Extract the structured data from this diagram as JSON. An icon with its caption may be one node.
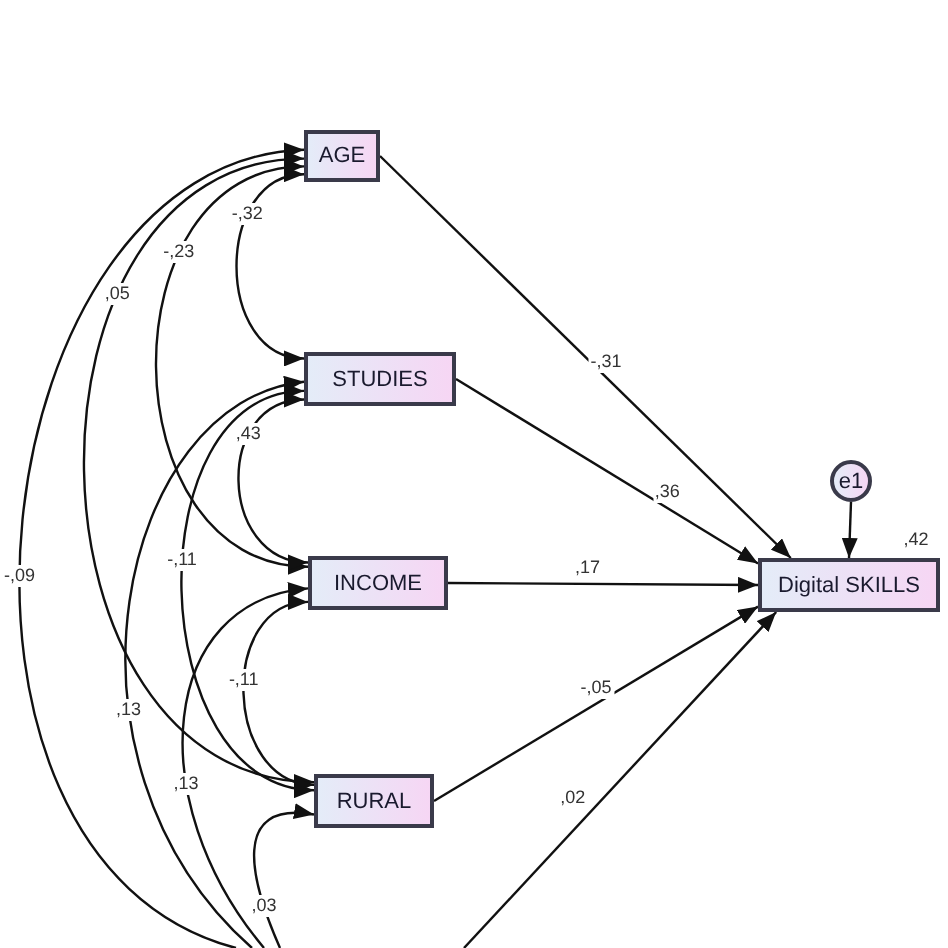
{
  "diagram": {
    "nodes": [
      {
        "text": [
          "AGE"
        ]
      },
      {
        "text": [
          "STUDIES"
        ]
      },
      {
        "text": [
          "INCOME"
        ]
      },
      {
        "text": [
          "RURAL"
        ]
      },
      {
        "text": [
          "Digital SKILLS"
        ],
        "beside": [
          ",42"
        ]
      },
      {
        "text": [
          "e1"
        ]
      }
    ],
    "edges": [
      {
        "from": 0,
        "to": 4,
        "arrow": "to",
        "label": "-,31"
      },
      {
        "from": 1,
        "to": 4,
        "arrow": "to",
        "label": ",36"
      },
      {
        "from": 2,
        "to": 4,
        "arrow": "to",
        "label": ",17"
      },
      {
        "from": 3,
        "to": 4,
        "arrow": "to",
        "label": "-,05"
      },
      {
        "from": null,
        "to": 4,
        "arrow": "to",
        "label": ",02"
      },
      {
        "from": 5,
        "to": 4,
        "arrow": "to"
      },
      {
        "from": 0,
        "to": 1,
        "arrow": "both",
        "label": "-,32"
      },
      {
        "from": 0,
        "to": 2,
        "arrow": "both",
        "label": "-,23"
      },
      {
        "from": 0,
        "to": 3,
        "arrow": "both",
        "label": ",05"
      },
      {
        "from": null,
        "to": 0,
        "arrow": "to",
        "label": "-,09"
      },
      {
        "from": 1,
        "to": 2,
        "arrow": "both",
        "label": ",43"
      },
      {
        "from": 1,
        "to": 3,
        "arrow": "both",
        "label": "-,11"
      },
      {
        "from": null,
        "to": 1,
        "arrow": "to",
        "label": ",13"
      },
      {
        "from": 2,
        "to": 3,
        "arrow": "both",
        "label": "-,11"
      },
      {
        "from": null,
        "to": 2,
        "arrow": "to",
        "label": ",13"
      },
      {
        "from": null,
        "to": 3,
        "arrow": "to",
        "label": ",03"
      }
    ]
  }
}
